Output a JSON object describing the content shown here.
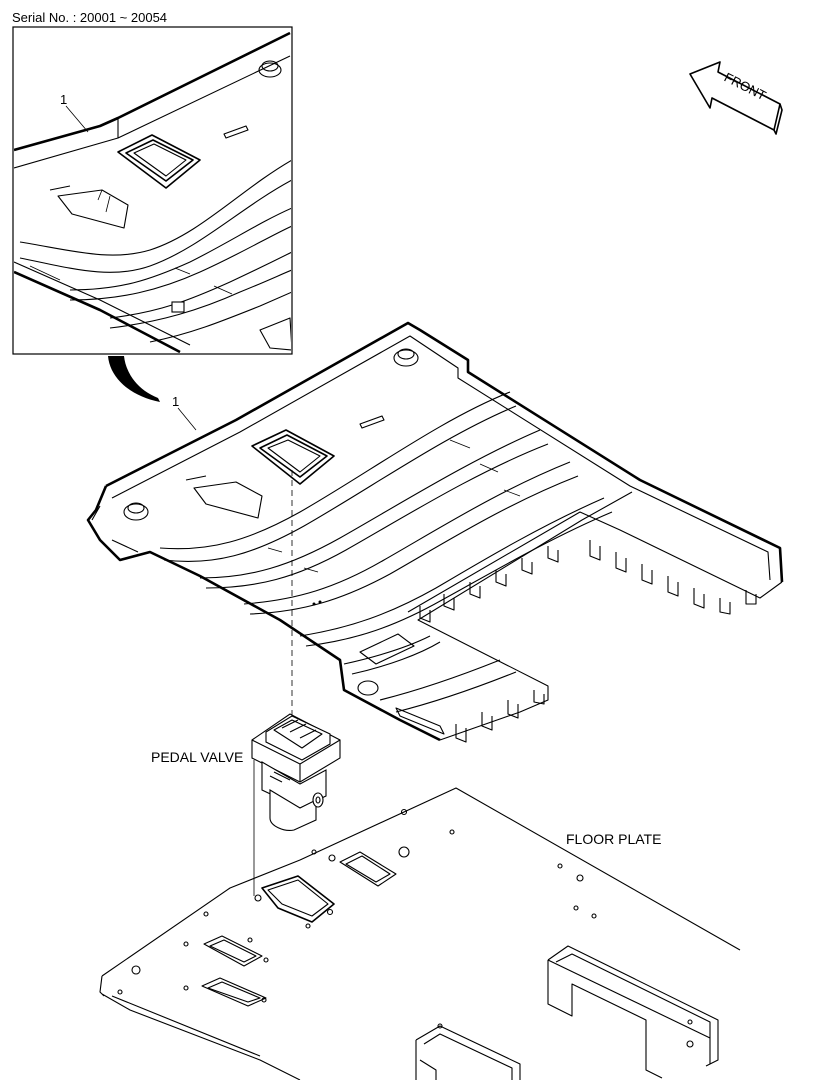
{
  "header": {
    "serial": "Serial No. : 20001 ~ 20054"
  },
  "front_arrow": {
    "label": "FRONT"
  },
  "callouts": {
    "detail_part": "1",
    "main_part": "1"
  },
  "labels": {
    "pedal_valve": "PEDAL VALVE",
    "floor_plate": "FLOOR PLATE"
  }
}
